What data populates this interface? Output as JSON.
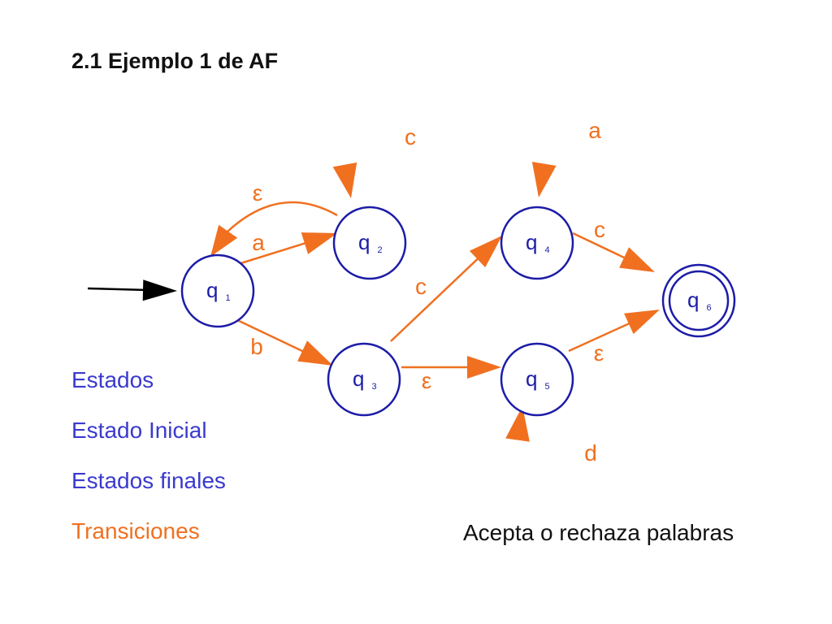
{
  "title": "2.1 Ejemplo 1 de AF",
  "legend": {
    "items": [
      {
        "label": "Estados",
        "color": "#3a3acd"
      },
      {
        "label": "Estado Inicial",
        "color": "#3a3acd"
      },
      {
        "label": "Estados finales",
        "color": "#3a3acd"
      },
      {
        "label": "Transiciones",
        "color": "#f07020"
      }
    ]
  },
  "caption": "Acepta o rechaza palabras",
  "colors": {
    "state_stroke": "#1c1ca8",
    "state_text": "#1c1ca8",
    "transition": "#f07020",
    "initial_arrow": "#000000"
  },
  "automaton": {
    "states": [
      {
        "id": "q1",
        "base": "q",
        "sub": "1",
        "initial": true,
        "final": false
      },
      {
        "id": "q2",
        "base": "q",
        "sub": "2",
        "initial": false,
        "final": false
      },
      {
        "id": "q3",
        "base": "q",
        "sub": "3",
        "initial": false,
        "final": false
      },
      {
        "id": "q4",
        "base": "q",
        "sub": "4",
        "initial": false,
        "final": false
      },
      {
        "id": "q5",
        "base": "q",
        "sub": "5",
        "initial": false,
        "final": false
      },
      {
        "id": "q6",
        "base": "q",
        "sub": "6",
        "initial": false,
        "final": true
      }
    ],
    "transitions": [
      {
        "from": "q1",
        "to": "q2",
        "label": "a"
      },
      {
        "from": "q2",
        "to": "q1",
        "label": "ε"
      },
      {
        "from": "q1",
        "to": "q3",
        "label": "b"
      },
      {
        "from": "q2",
        "to": "q2",
        "label": "c"
      },
      {
        "from": "q3",
        "to": "q4",
        "label": "c"
      },
      {
        "from": "q3",
        "to": "q5",
        "label": "ε"
      },
      {
        "from": "q4",
        "to": "q4",
        "label": "a"
      },
      {
        "from": "q4",
        "to": "q6",
        "label": "c"
      },
      {
        "from": "q5",
        "to": "q5",
        "label": "d"
      },
      {
        "from": "q5",
        "to": "q6",
        "label": "ε"
      }
    ]
  }
}
